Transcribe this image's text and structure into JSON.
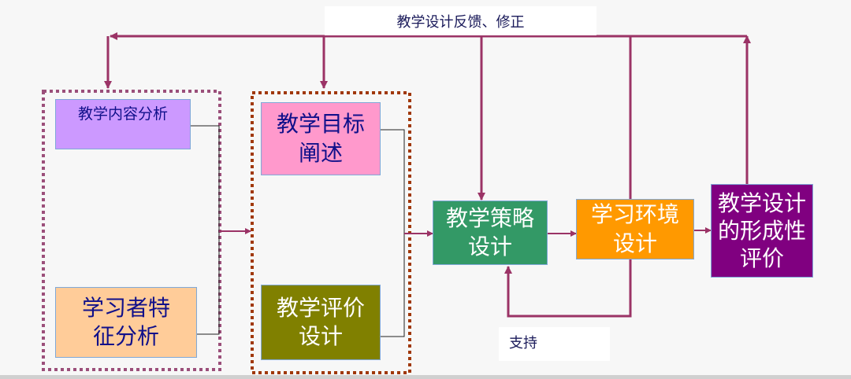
{
  "feedback_label": "教学设计反馈、修正",
  "support_label": "支持",
  "nodes": {
    "content_analysis": "教学内容分析",
    "learner_analysis": "学习者特征分析",
    "objectives": "教学目标阐述",
    "evaluation_design": "教学评价设计",
    "strategy_design": "教学策略设计",
    "environment_design": "学习环境设计",
    "formative_evaluation": "教学设计的形成性评价"
  },
  "colors": {
    "arrow": "#9b3366",
    "content_analysis": "#cc99ff",
    "learner_analysis": "#ffcc99",
    "objectives": "#ff99cc",
    "evaluation_design": "#808000",
    "strategy_design": "#339966",
    "environment_design": "#ff9900",
    "formative_evaluation": "#800080"
  }
}
